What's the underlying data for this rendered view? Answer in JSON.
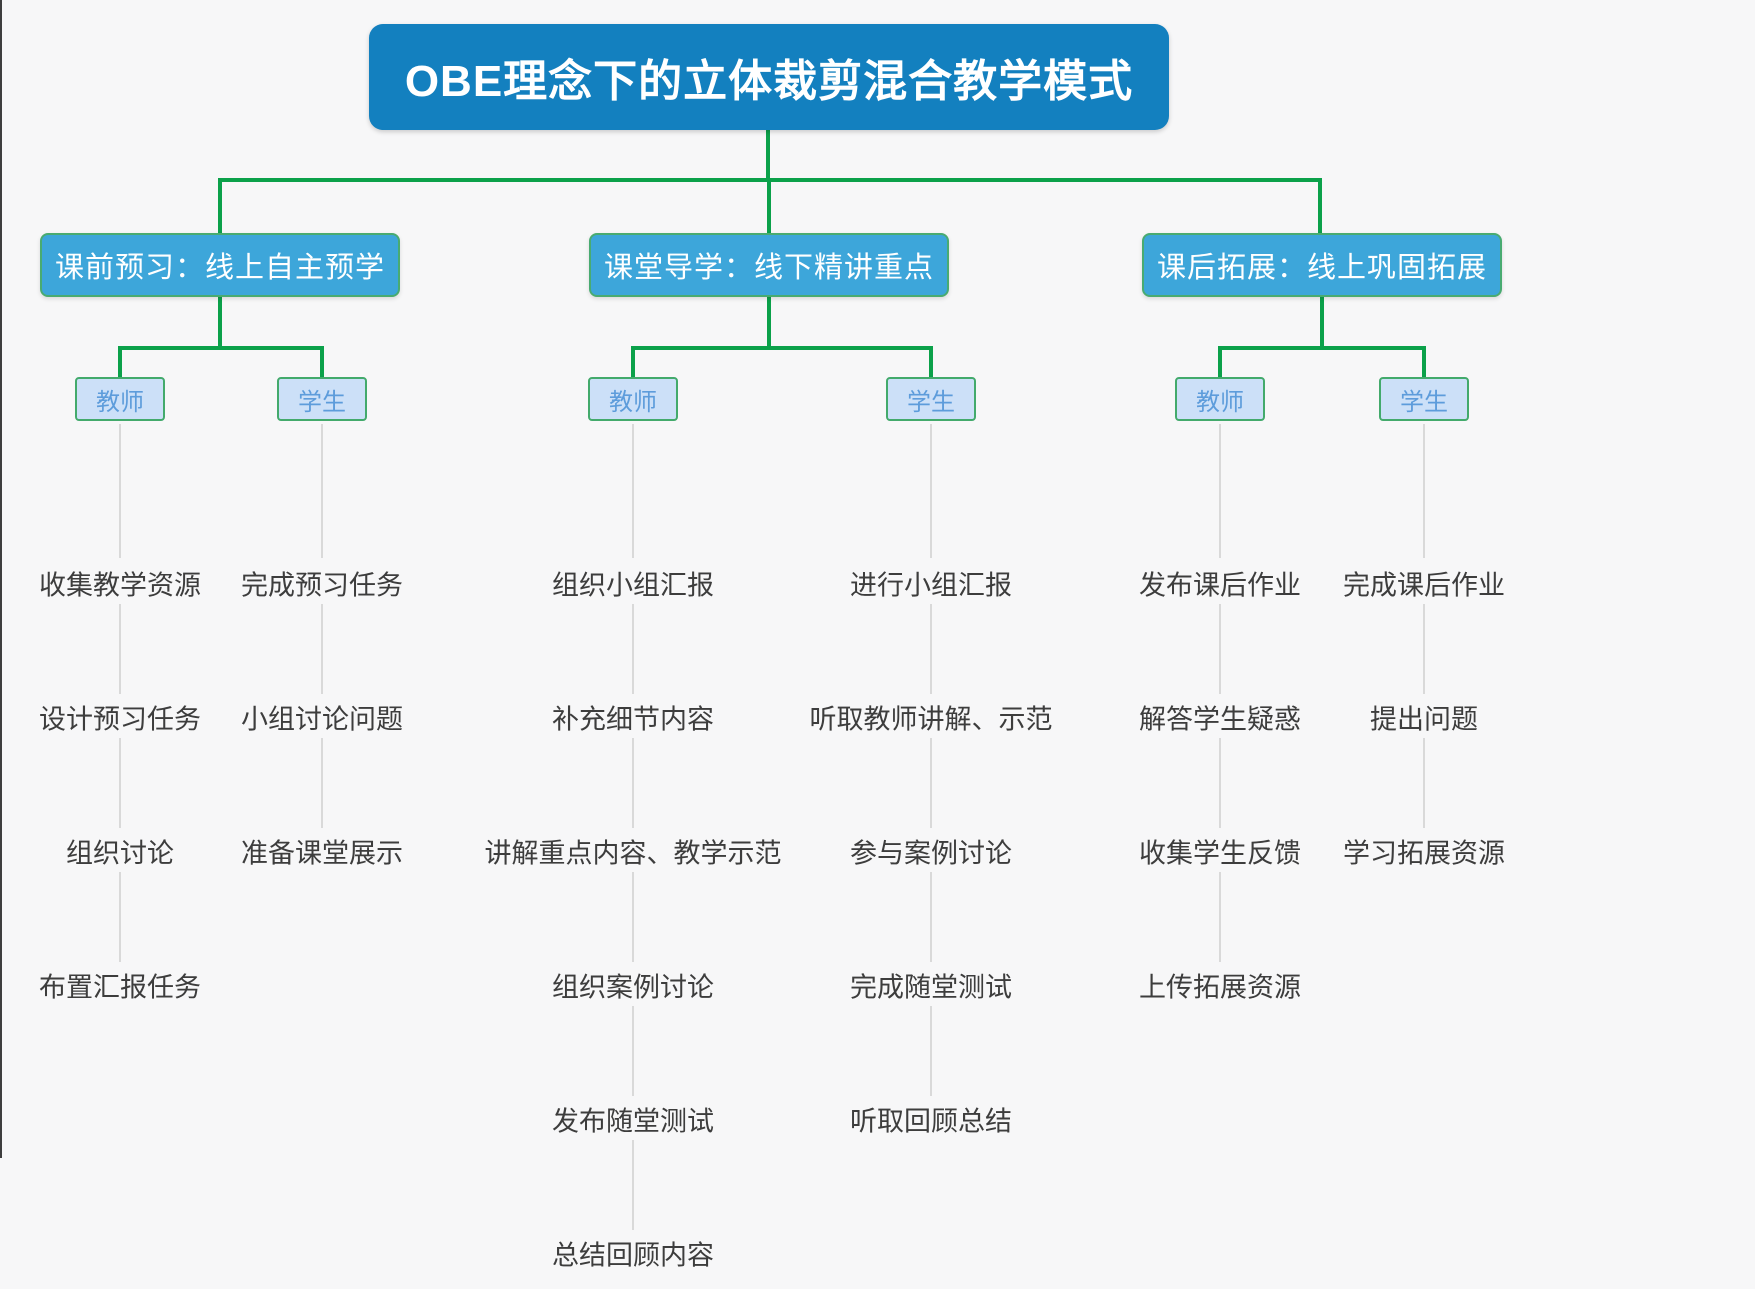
{
  "title": "OBE理念下的立体裁剪混合教学模式",
  "roles": {
    "teacher": "教师",
    "student": "学生"
  },
  "branches": [
    {
      "label": "课前预习：线上自主预学",
      "teacher_tasks": [
        "收集教学资源",
        "设计预习任务",
        "组织讨论",
        "布置汇报任务"
      ],
      "student_tasks": [
        "完成预习任务",
        "小组讨论问题",
        "准备课堂展示"
      ]
    },
    {
      "label": "课堂导学：线下精讲重点",
      "teacher_tasks": [
        "组织小组汇报",
        "补充细节内容",
        "讲解重点内容、教学示范",
        "组织案例讨论",
        "发布随堂测试",
        "总结回顾内容"
      ],
      "student_tasks": [
        "进行小组汇报",
        "听取教师讲解、示范",
        "参与案例讨论",
        "完成随堂测试",
        "听取回顾总结"
      ]
    },
    {
      "label": "课后拓展：线上巩固拓展",
      "teacher_tasks": [
        "发布课后作业",
        "解答学生疑惑",
        "收集学生反馈",
        "上传拓展资源"
      ],
      "student_tasks": [
        "完成课后作业",
        "提出问题",
        "学习拓展资源"
      ]
    }
  ],
  "colors": {
    "root_bg": "#1380bf",
    "branch_bg": "#3da6da",
    "role_bg": "#cce0f8",
    "role_border": "#43aa6c",
    "role_text": "#5d9cdb",
    "connector_green": "#0ba14a",
    "connector_gray": "#d9d9d9",
    "task_text": "#3d3d3d"
  }
}
